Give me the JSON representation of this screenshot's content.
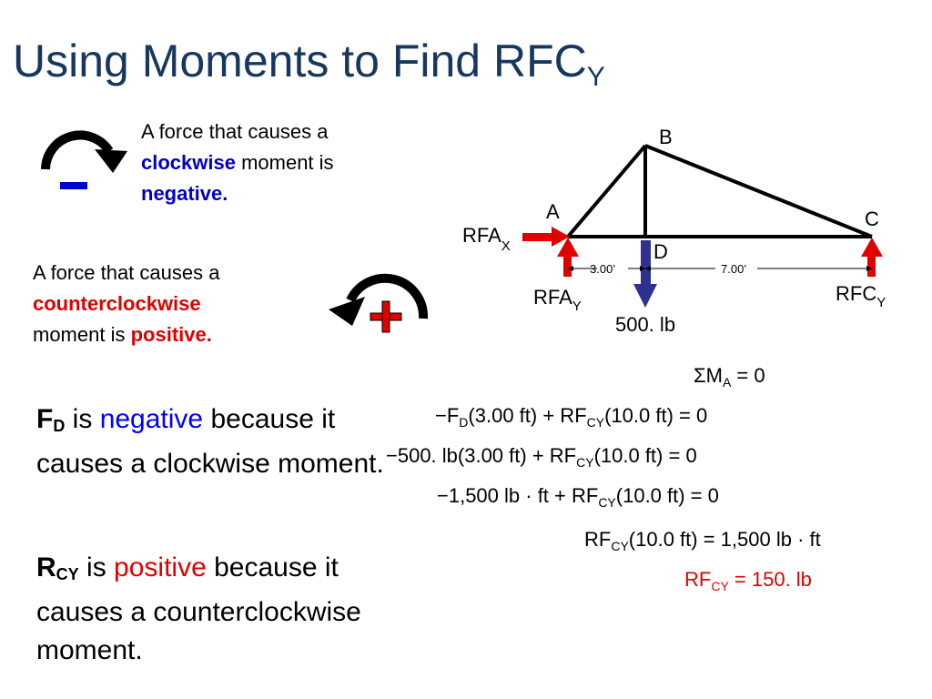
{
  "title": {
    "main": "Using Moments to Find RFC",
    "sub": "Y"
  },
  "clockwise": {
    "line1": "A force that causes a",
    "word": "clockwise",
    "rest": "moment is",
    "sign_word": "negative.",
    "sign": "-"
  },
  "counterclockwise": {
    "line1": "A force that causes a",
    "word": "counterclockwise",
    "rest": "moment is",
    "sign_word": "positive.",
    "sign": "+"
  },
  "diagram": {
    "B": "B",
    "A": "A",
    "C": "C",
    "D": "D",
    "rfax": "RFA",
    "rfax_sub": "X",
    "rfay": "RFA",
    "rfay_sub": "Y",
    "rfcy": "RFC",
    "rfcy_sub": "Y",
    "load": "500. lb",
    "dim1": "3.00’",
    "dim2": "7.00’"
  },
  "explain": {
    "fd_lead": "F",
    "fd_sub": "D",
    "fd_is": "is",
    "fd_word": "negative",
    "fd_rest": "because it causes a clockwise moment.",
    "rcy_lead": "R",
    "rcy_sub": "CY",
    "rcy_is": "is",
    "rcy_word": "positive",
    "rcy_rest": "because it causes a counterclockwise moment."
  },
  "equations": {
    "e0": "ΣM",
    "e0s": "A",
    "e0r": "= 0",
    "e1a": "−F",
    "e1s": "D",
    "e1b": "(3.00 ft) + RF",
    "e1s2": "CY",
    "e1c": "(10.0 ft) = 0",
    "e2a": "−500. lb(3.00 ft) + RF",
    "e2s": "CY",
    "e2b": "(10.0 ft) = 0",
    "e3a": "−1,500 lb · ft + RF",
    "e3s": "CY",
    "e3b": "(10.0 ft) = 0",
    "e4a": "RF",
    "e4s": "CY",
    "e4b": "(10.0 ft) = 1,500 lb · ft",
    "e5a": "RF",
    "e5s": "CY",
    "e5b": "= 150. lb"
  },
  "colors": {
    "title": "#17375E",
    "blue": "#0000FF",
    "red": "#E00000",
    "navy": "#2E3192"
  }
}
